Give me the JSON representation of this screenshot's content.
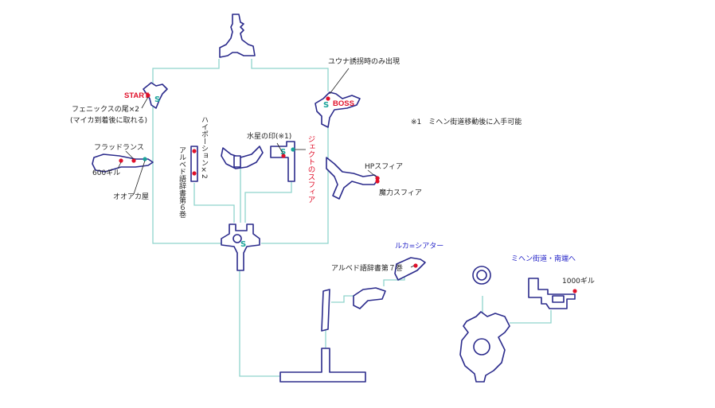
{
  "labels": {
    "start": "START",
    "boss": "BOSS",
    "yuna_kidnap": "ユウナ誘拐時のみ出現",
    "note": "※1　ミヘン街道移動後に入手可能",
    "phoenix": "フェニックスの尾×2",
    "phoenix_note": "(マイカ到着後に取れる)",
    "flood_lance": "フラッドランス",
    "gil600": "600ギル",
    "ooaka": "オオアカ屋",
    "hipotion": "ハイポーション×2",
    "albhed6": "アルベド語辞書第６巻",
    "mercury": "水星の印(※1)",
    "jecht": "ジェクトのスフィア",
    "hp_sphere": "HPスフィア",
    "mag_sphere": "魔力スフィア",
    "luca_theater": "ルカ=シアター",
    "albhed7": "アルベド語辞書第７巻",
    "mihen": "ミヘン街道・南端へ",
    "gil1000": "1000ギル",
    "save": "S"
  },
  "colors": {
    "room_outline": "#2b2b8c",
    "corridor": "#8fd4cc",
    "treasure": "#e0102a",
    "save_point": "#1aa39a",
    "exit_text": "#2323c8"
  }
}
